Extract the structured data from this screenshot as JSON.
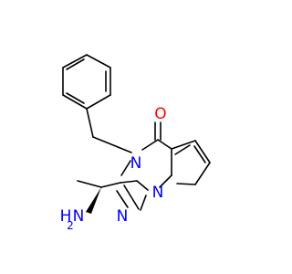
{
  "molecule": {
    "atoms": {
      "oxygen": {
        "symbol": "O",
        "color": "#ff0000"
      },
      "n3": {
        "symbol": "N",
        "color": "#0000ff"
      },
      "n2": {
        "symbol": "N",
        "color": "#0000ff"
      },
      "n1": {
        "symbol": "N",
        "color": "#0000ff"
      },
      "amine_h": {
        "symbol": "H",
        "color": "#0000ff"
      },
      "amine_n": {
        "symbol": "N",
        "color": "#0000ff"
      },
      "amine_sub": {
        "symbol": "2",
        "color": "#0000ff"
      }
    },
    "bond_color": "#000000"
  }
}
